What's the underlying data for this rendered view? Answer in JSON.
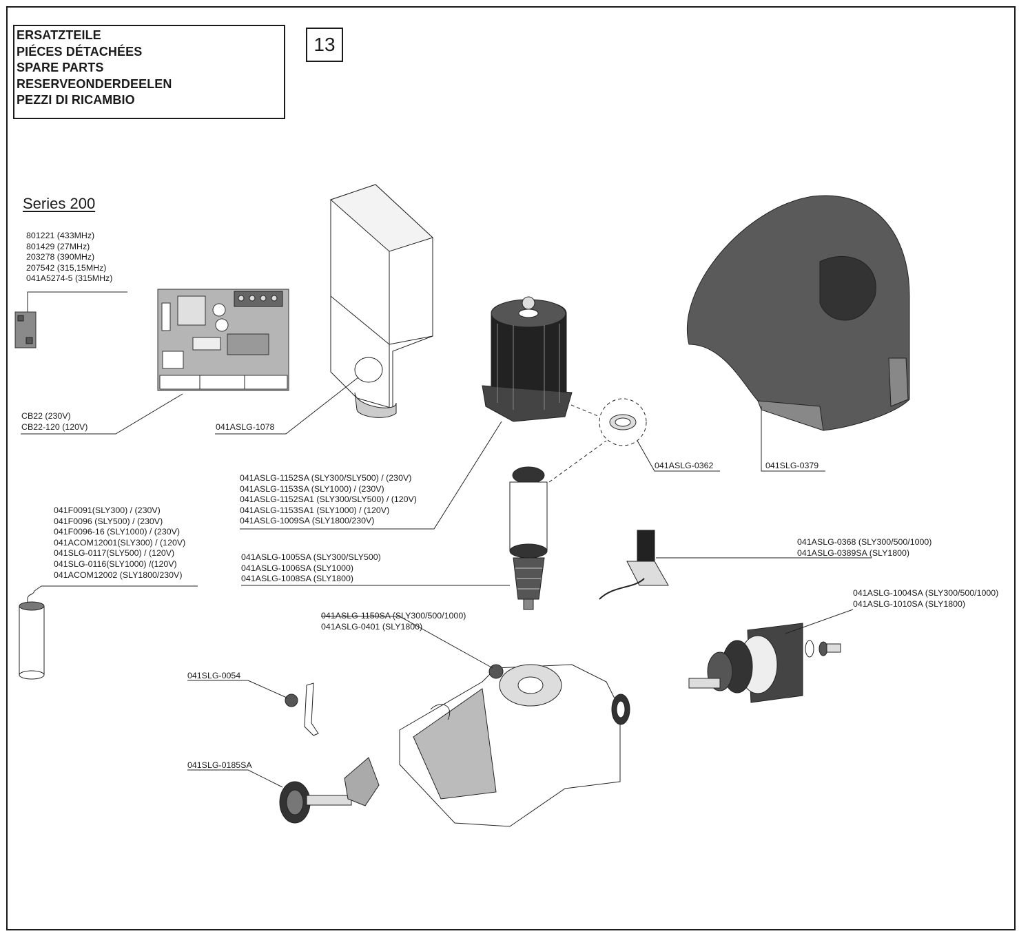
{
  "title_lines": [
    "ERSATZTEILE",
    "PIÉCES DÉTACHÉES",
    "SPARE PARTS",
    "RESERVEONDERDEELEN",
    "PEZZI DI RICAMBIO"
  ],
  "page_number": "13",
  "series_label": "Series 200",
  "parts": {
    "receiver": [
      "801221 (433MHz)",
      "801429 (27MHz)",
      "203278 (390MHz)",
      "207542 (315,15MHz)",
      "041A5274-5 (315MHz)"
    ],
    "control_board": [
      "CB22 (230V)",
      "CB22-120 (120V)"
    ],
    "cover_housing": [
      "041ASLG-1078"
    ],
    "motor": [
      "041ASLG-1152SA (SLY300/SLY500) / (230V)",
      "041ASLG-1153SA (SLY1000) / (230V)",
      "041ASLG-1152SA1 (SLY300/SLY500) / (120V)",
      "041ASLG-1153SA1 (SLY1000) / (120V)",
      "041ASLG-1009SA (SLY1800/230V)"
    ],
    "washer": [
      "041ASLG-0362"
    ],
    "main_cover": [
      "041SLG-0379"
    ],
    "capacitor": [
      "041F0091(SLY300) / (230V)",
      "041F0096 (SLY500) / (230V)",
      "041F0096-16 (SLY1000) / (230V)",
      "041ACOM12001(SLY300) / (120V)",
      "041SLG-0117(SLY500) / (120V)",
      "041SLG-0116(SLY1000) /(120V)",
      "041ACOM12002 (SLY1800/230V)"
    ],
    "worm_shaft": [
      "041ASLG-1005SA (SLY300/SLY500)",
      "041ASLG-1006SA (SLY1000)",
      "041ASLG-1008SA (SLY1800)"
    ],
    "limit_switch": [
      "041ASLG-0368 (SLY300/500/1000)",
      "041ASLG-0389SA (SLY1800)"
    ],
    "output_gear": [
      "041ASLG-1004SA (SLY300/500/1000)",
      "041ASLG-1010SA (SLY1800)"
    ],
    "base": [
      "041ASLG-1150SA (SLY300/500/1000)",
      "041ASLG-0401 (SLY1800)"
    ],
    "release_lock": [
      "041SLG-0054"
    ],
    "release_handle": [
      "041SLG-0185SA"
    ]
  }
}
